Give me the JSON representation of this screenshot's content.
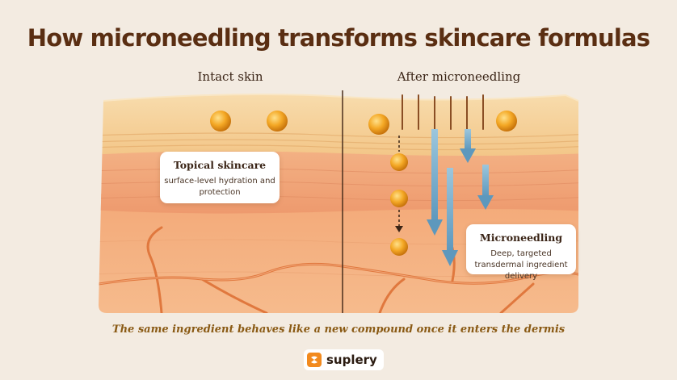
{
  "title": "How microneedling transforms skincare formulas",
  "panels": {
    "left_label": "Intact skin",
    "right_label": "After microneedling"
  },
  "callouts": {
    "topical": {
      "title": "Topical skincare",
      "body": "surface-level hydration and protection"
    },
    "microneedling": {
      "title": "Microneedling",
      "body": "Deep, targeted transdermal ingredient delivery"
    }
  },
  "caption": "The same ingredient behaves like a new compound once it enters the dermis",
  "brand": {
    "name": "suplery",
    "icon": "suplery-logo-icon"
  },
  "colors": {
    "title": "#5a2e12",
    "caption": "#8a5a14",
    "epidermis": "#f5cf96",
    "dermis": "#f0a37a",
    "deep_dermis": "#f6b487",
    "ingredient": "#f2a623",
    "arrow": "#6fa8c8",
    "background": "#f3ebe1"
  }
}
